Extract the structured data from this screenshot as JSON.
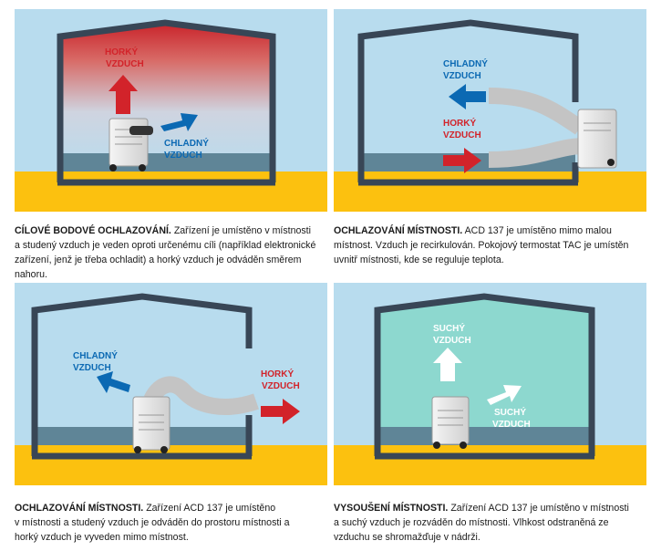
{
  "panels": [
    {
      "labels": {
        "hot": [
          "HORKÝ",
          "VZDUCH"
        ],
        "cold": [
          "CHLADNÝ",
          "VZDUCH"
        ]
      },
      "caption": {
        "title": "CÍLOVÉ BODOVÉ OCHLAZOVÁNÍ.",
        "lines": [
          " Zařízení je umístěno v místnosti",
          "a studený vzduch je veden oproti určenému cíli (například elektronické",
          "zařízení, jenž je třeba ochladit) a horký vzduch je odváděn směrem nahoru."
        ]
      }
    },
    {
      "labels": {
        "cold": [
          "CHLADNÝ",
          "VZDUCH"
        ],
        "hot": [
          "HORKÝ",
          "VZDUCH"
        ]
      },
      "caption": {
        "title": "OCHLAZOVÁNÍ MÍSTNOSTI.",
        "lines": [
          " ACD 137 je umístěno mimo malou",
          "místnost. Vzduch je recirkulován. Pokojový termostat TAC je umístěn",
          "uvnitř místnosti, kde se reguluje teplota."
        ]
      }
    },
    {
      "labels": {
        "cold": [
          "CHLADNÝ",
          "VZDUCH"
        ],
        "hot": [
          "HORKÝ",
          "VZDUCH"
        ]
      },
      "caption": {
        "title": "OCHLAZOVÁNÍ MÍSTNOSTI.",
        "lines": [
          " Zařízení ACD 137 je umístěno",
          "v místnosti a studený vzduch je odváděn do prostoru místnosti a",
          "horký vzduch je vyveden mimo místnost."
        ]
      }
    },
    {
      "labels": {
        "dry1": [
          "SUCHÝ",
          "VZDUCH"
        ],
        "dry2": [
          "SUCHÝ",
          "VZDUCH"
        ]
      },
      "caption": {
        "title": "VYSOUŠENÍ MÍSTNOSTI.",
        "lines": [
          " Zařízení ACD 137 je umístěno v místnosti",
          "a suchý vzduch je rozváděn do místnosti. Vlhkost odstraněná ze",
          "vzduchu se shromažďuje v nádrži."
        ]
      }
    }
  ],
  "colors": {
    "floor": "#fcc10f",
    "wall": "#384656",
    "room": "#b8dcee",
    "room_dry": "#8dd8cf",
    "room_floor": "#5f8597",
    "red": "#d2232a",
    "blue": "#0b69b3"
  }
}
